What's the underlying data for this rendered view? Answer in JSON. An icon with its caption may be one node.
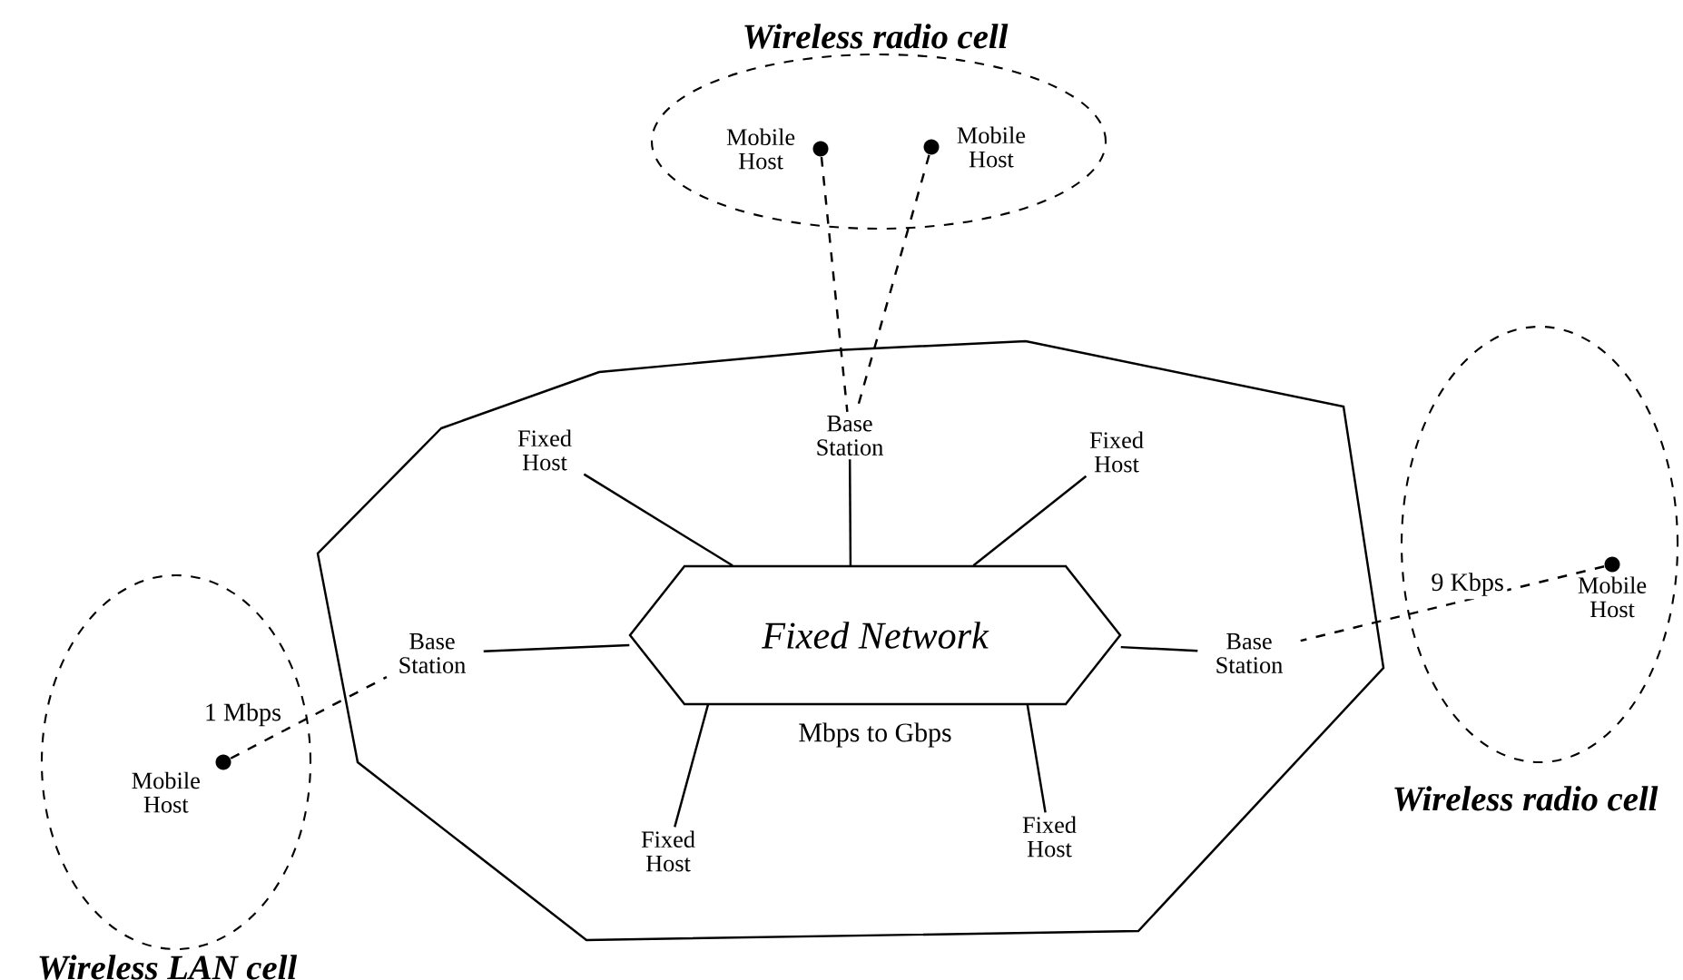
{
  "diagram": {
    "nodes": [
      {
        "text": [],
        "shape": "polygon"
      },
      {
        "text": [
          "Fixed Network"
        ],
        "beside": [
          "Mbps to Gbps"
        ],
        "in": 0
      },
      {
        "text": [
          "Base Station"
        ],
        "in": 0
      },
      {
        "text": [
          "Fixed Host"
        ],
        "in": 0
      },
      {
        "text": [
          "Fixed Host"
        ],
        "in": 0
      },
      {
        "text": [
          "Base Station"
        ],
        "in": 0
      },
      {
        "text": [
          "Base Station"
        ],
        "in": 0
      },
      {
        "text": [
          "Fixed Host"
        ],
        "in": 0
      },
      {
        "text": [
          "Fixed Host"
        ],
        "in": 0
      },
      {
        "text": [
          "Wireless radio cell"
        ]
      },
      {
        "text": [
          "Mobile Host"
        ],
        "in": 9
      },
      {
        "text": [
          "Mobile Host"
        ],
        "in": 9
      },
      {
        "text": [
          "Wireless radio cell"
        ]
      },
      {
        "text": [
          "Mobile Host"
        ],
        "in": 12
      },
      {
        "text": [
          "Wireless LAN cell"
        ]
      },
      {
        "text": [
          "Mobile Host"
        ],
        "in": 14
      }
    ],
    "edges": [
      {
        "from": 1,
        "to": 2,
        "arrow": "none"
      },
      {
        "from": 1,
        "to": 3,
        "arrow": "none"
      },
      {
        "from": 1,
        "to": 4,
        "arrow": "none"
      },
      {
        "from": 1,
        "to": 5,
        "arrow": "none"
      },
      {
        "from": 1,
        "to": 6,
        "arrow": "none"
      },
      {
        "from": 1,
        "to": 7,
        "arrow": "none"
      },
      {
        "from": 1,
        "to": 8,
        "arrow": "none"
      },
      {
        "from": 10,
        "to": 2,
        "arrow": "none",
        "style": "dashed"
      },
      {
        "from": 11,
        "to": 2,
        "arrow": "none",
        "style": "dashed"
      },
      {
        "from": 13,
        "to": 6,
        "arrow": "none",
        "style": "dashed",
        "label": "9 Kbps"
      },
      {
        "from": 15,
        "to": 5,
        "arrow": "none",
        "style": "dashed",
        "label": "1 Mbps"
      }
    ]
  }
}
